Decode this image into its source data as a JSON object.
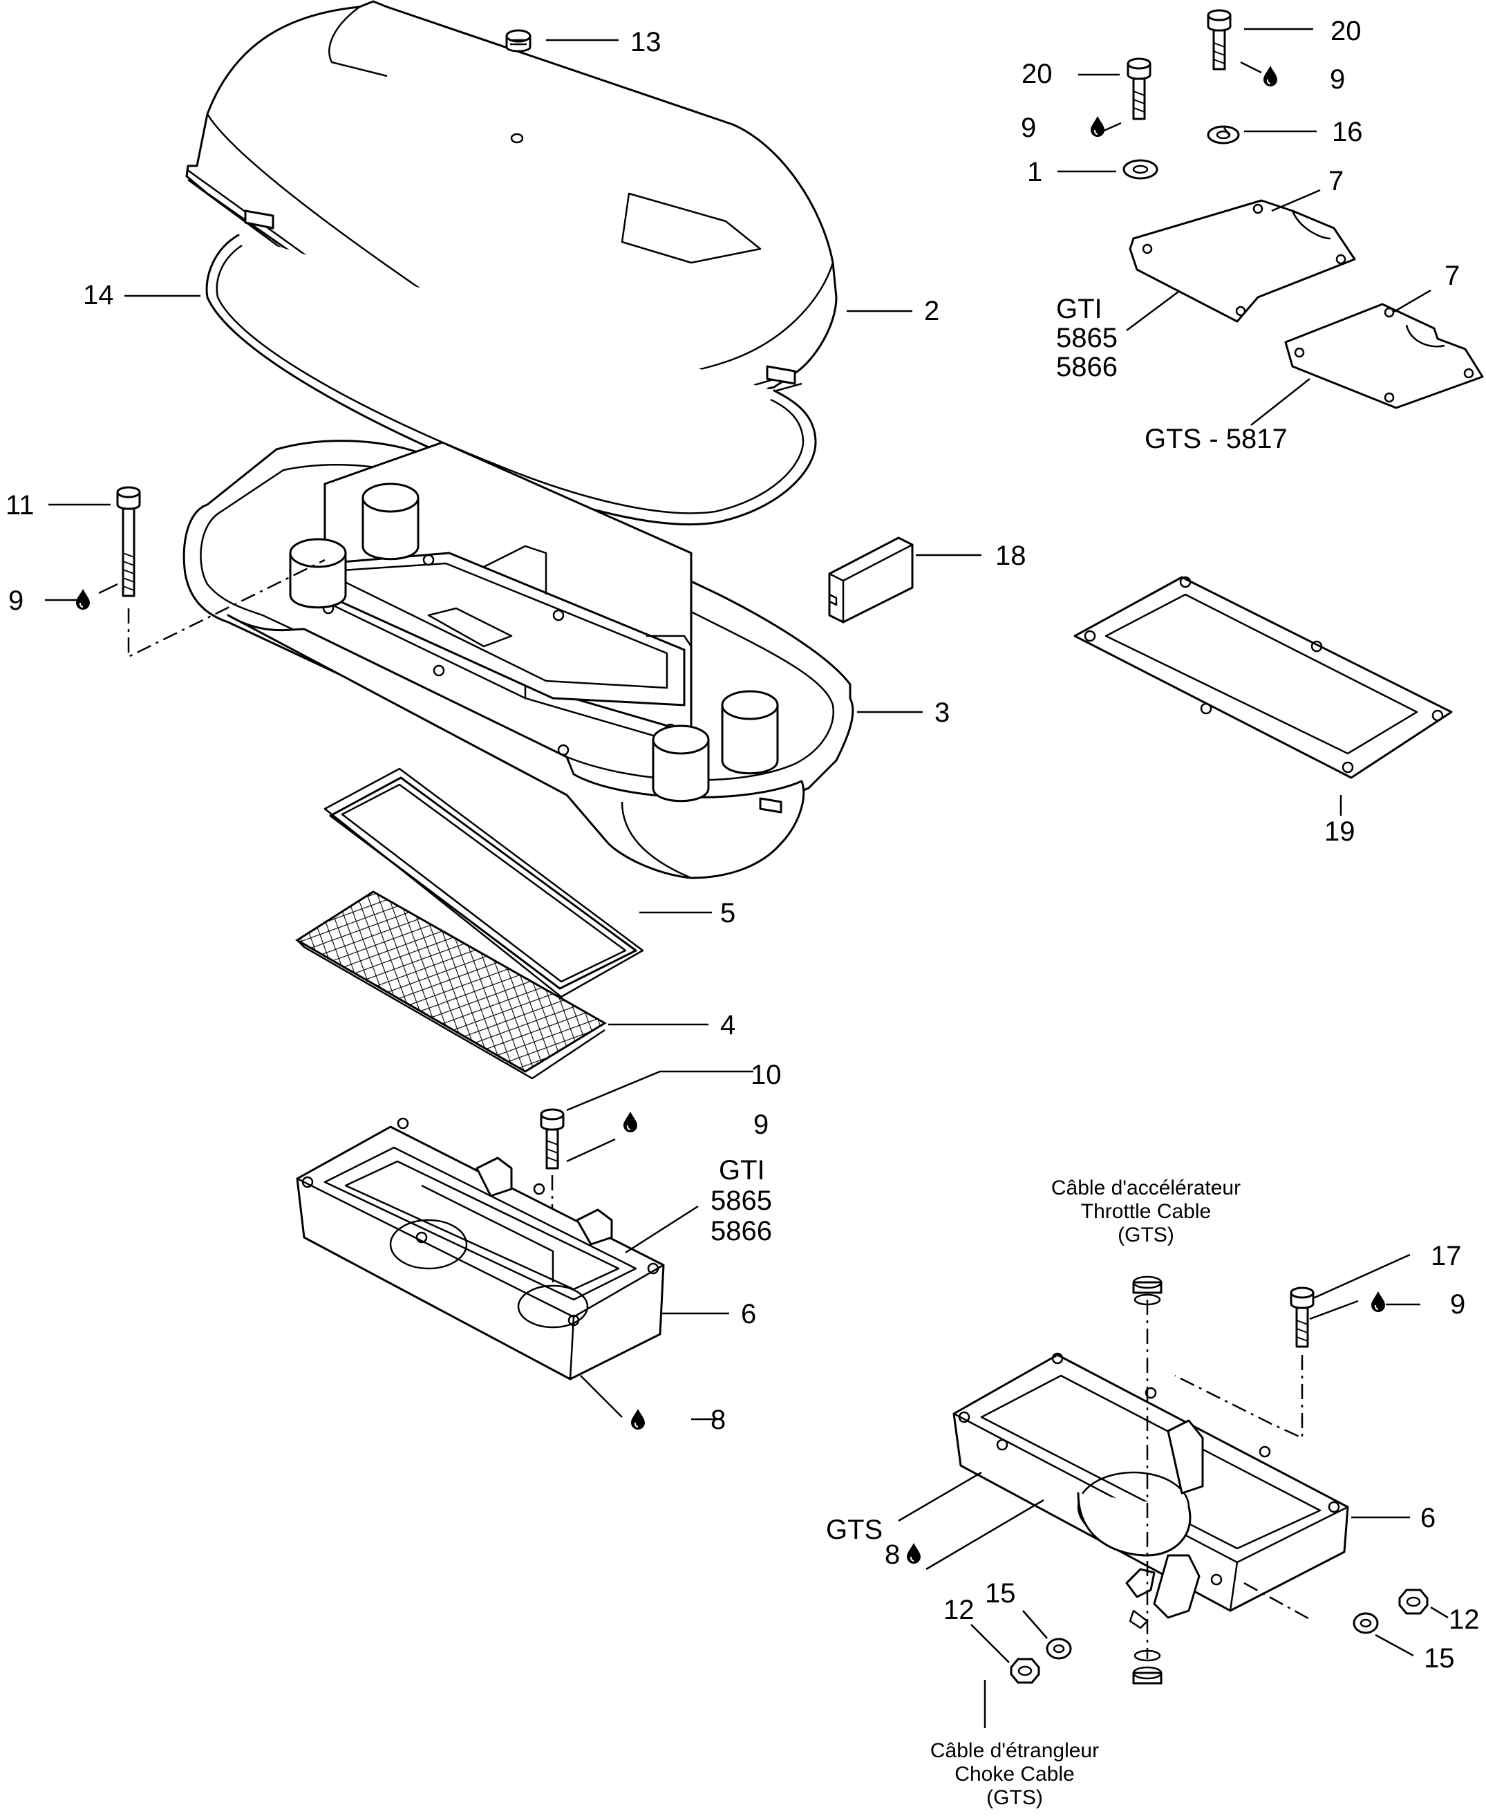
{
  "callouts": {
    "c13": "13",
    "c20a": "20",
    "c20b": "20",
    "c9a": "9",
    "c9b": "9",
    "c16": "16",
    "c1": "1",
    "c7a": "7",
    "c7b": "7",
    "c14": "14",
    "c2": "2",
    "c11": "11",
    "c9c": "9",
    "c18": "18",
    "c3": "3",
    "c19": "19",
    "c5": "5",
    "c4": "4",
    "c10": "10",
    "c9d": "9",
    "c6a": "6",
    "c8a": "8",
    "c17": "17",
    "c9e": "9",
    "c6b": "6",
    "c8b": "8",
    "c15a": "15",
    "c12a": "12",
    "c12b": "12",
    "c15b": "15"
  },
  "variants": {
    "gti_top": [
      "GTI",
      "5865",
      "5866"
    ],
    "gts_top": "GTS - 5817",
    "gti_mid": [
      "GTI",
      "5865",
      "5866"
    ],
    "gts_low": "GTS"
  },
  "captions": {
    "throttle": [
      "Câble d'accélérateur",
      "Throttle Cable",
      "(GTS)"
    ],
    "choke": [
      "Câble d'étrangleur",
      "Choke Cable",
      "(GTS)"
    ]
  },
  "icons": {
    "loctite": "drop-icon"
  }
}
